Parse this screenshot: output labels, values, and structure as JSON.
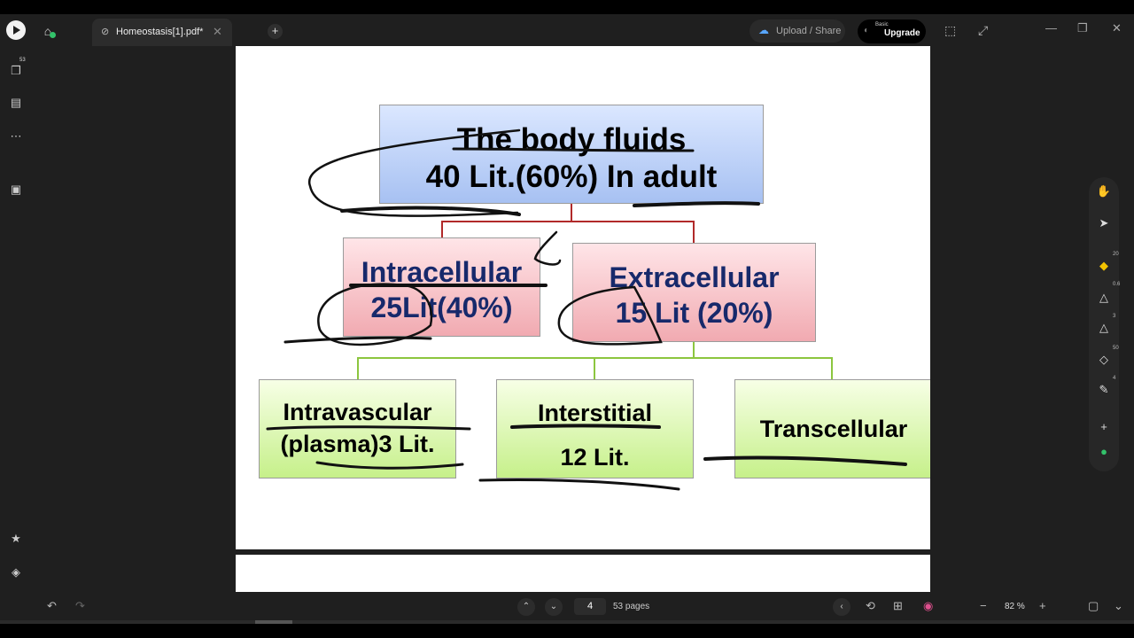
{
  "tab": {
    "title": "Homeostasis[1].pdf*"
  },
  "topbar": {
    "upload_label": "Upload / Share",
    "plan_label": "Basic",
    "upgrade_label": "Upgrade"
  },
  "sidebar": {
    "pages_badge": "53"
  },
  "slide": {
    "top": {
      "line1": "The body fluids",
      "line2": "40 Lit.(60%) In adult"
    },
    "intracellular": {
      "line1": "Intracellular",
      "line2": "25Lit(40%)"
    },
    "extracellular": {
      "line1": "Extracellular",
      "line2": "15 Lit (20%)"
    },
    "intravascular": {
      "line1": "Intravascular",
      "line2": "(plasma)3 Lit."
    },
    "interstitial": {
      "line1": "Interstitial",
      "line2": "12 Lit."
    },
    "transcellular": {
      "line1": "Transcellular"
    }
  },
  "tools": {
    "highlighter_size": "20",
    "pen1_size": "0.6",
    "pen2_size": "3",
    "eraser_size": "50",
    "marker_size": "4"
  },
  "bottombar": {
    "current_page": "4",
    "total_pages": "53 pages",
    "zoom": "82 %"
  }
}
